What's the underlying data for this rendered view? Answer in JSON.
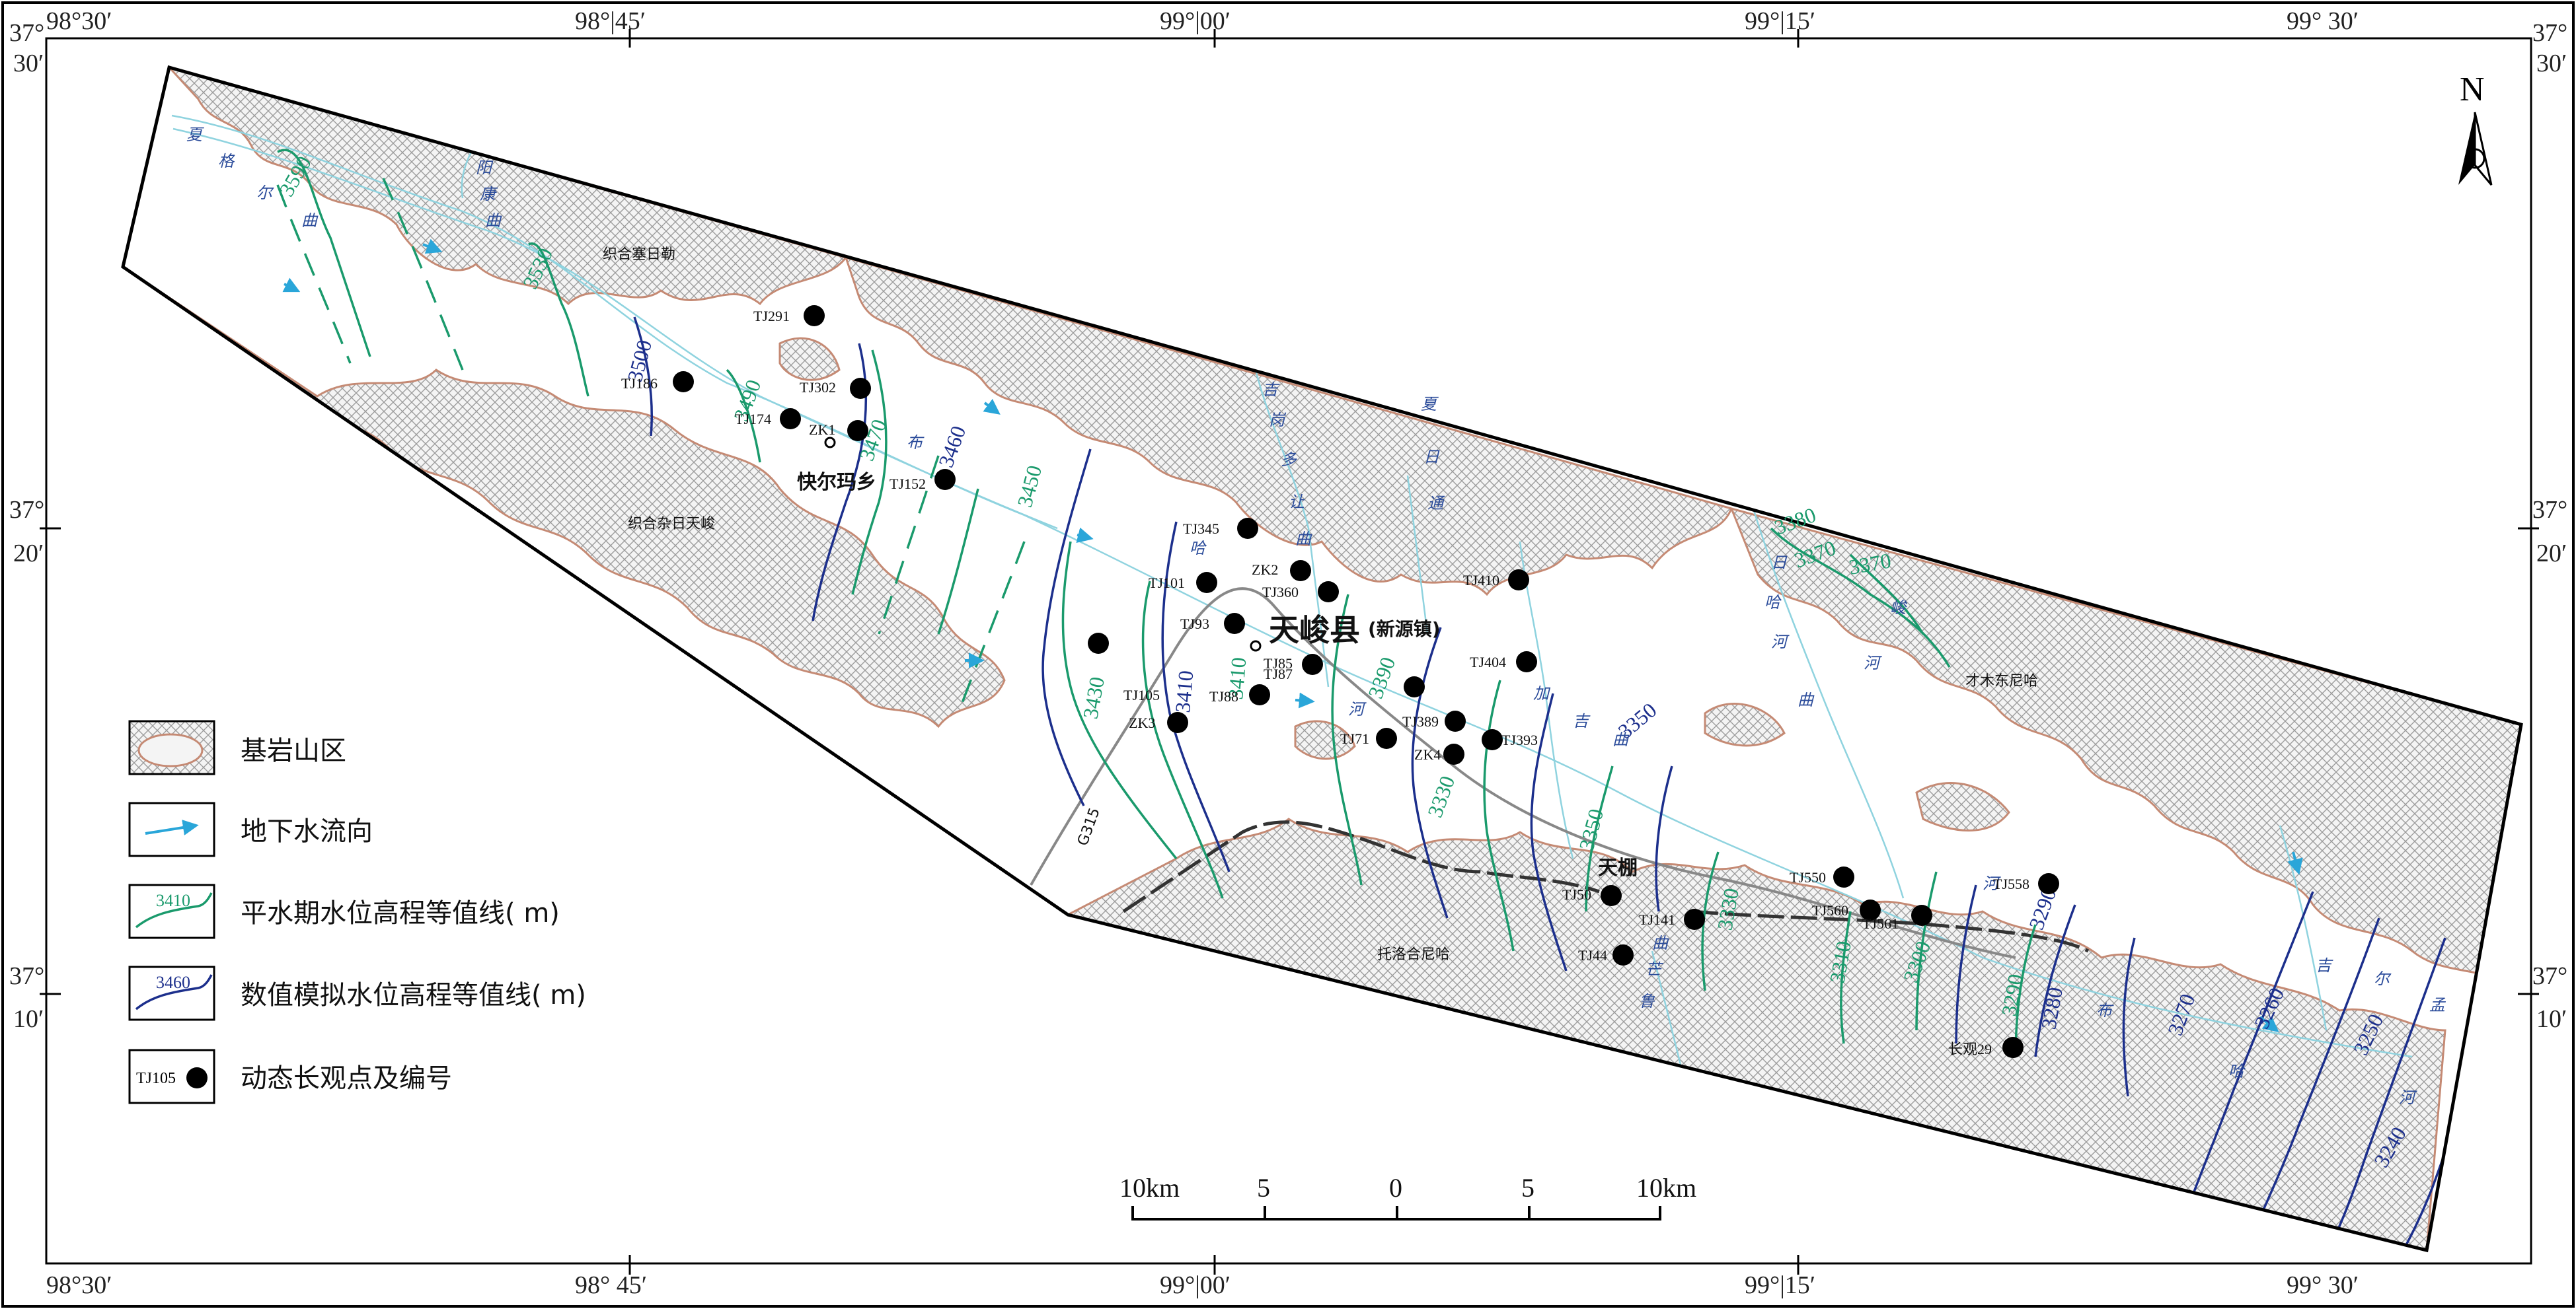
{
  "coords": {
    "top": [
      "98°30′",
      "98°|45′",
      "99°|00′",
      "99°|15′",
      "99° 30′"
    ],
    "bottom": [
      "98°30′",
      "98° 45′",
      "99°|00′",
      "99°|15′",
      "99° 30′"
    ],
    "left_lat": [
      [
        "37°",
        "30′"
      ],
      [
        "37°",
        "20′"
      ],
      [
        "37°",
        "10′"
      ]
    ],
    "right_lat": [
      [
        "37°",
        "30′"
      ],
      [
        "37°",
        "20′"
      ],
      [
        "37°",
        "10′"
      ]
    ]
  },
  "north": "N",
  "places": {
    "county": "天峻县",
    "county_sub": "(新源镇)",
    "kuaierma": "快尔玛乡",
    "tianpeng": "天棚",
    "mtn1": "织合塞日勒",
    "mtn2": "织合杂日天峻",
    "mtn3": "才木东尼哈",
    "mtn4": "托洛合尼哈",
    "road": "G315"
  },
  "rivers": [
    "夏",
    "格",
    "尔",
    "曲",
    "阳",
    "康",
    "曲",
    "布",
    "吉",
    "岗",
    "多",
    "让",
    "曲",
    "夏",
    "日",
    "通",
    "哈",
    "河",
    "加",
    "吉",
    "曲",
    "峻",
    "河",
    "曲",
    "哈",
    "日",
    "河",
    "芒",
    "曲",
    "鲁",
    "河",
    "布",
    "哈",
    "吉",
    "尔",
    "孟",
    "河"
  ],
  "wells": [
    "TJ291",
    "TJ186",
    "TJ302",
    "TJ174",
    "ZK1",
    "TJ152",
    "TJ345",
    "ZK2",
    "TJ101",
    "TJ360",
    "TJ93",
    "TJ85",
    "TJ87",
    "TJ105",
    "TJ88",
    "ZK3",
    "TJ410",
    "TJ404",
    "TJ389",
    "TJ71",
    "ZK4",
    "TJ393",
    "TJ50",
    "TJ141",
    "TJ44",
    "TJ550",
    "TJ560",
    "TJ561",
    "TJ558",
    "长观29"
  ],
  "green_contours": [
    "3590",
    "3530",
    "3490",
    "3470",
    "3450",
    "3430",
    "3410",
    "3390",
    "3370",
    "3350",
    "3330",
    "3310",
    "3300",
    "3290",
    "3380",
    "3370"
  ],
  "blue_contours": [
    "3500",
    "3460",
    "3410",
    "3350",
    "3290",
    "3280",
    "3270",
    "3260",
    "3250",
    "3240"
  ],
  "legend": [
    {
      "label": "基岩山区"
    },
    {
      "label": "地下水流向"
    },
    {
      "label": "平水期水位高程等值线( m)",
      "sample": "3410"
    },
    {
      "label": "数值模拟水位高程等值线( m)",
      "sample": "3460"
    },
    {
      "label": "动态长观点及编号",
      "sample": "TJ105"
    }
  ],
  "scale": [
    "10km",
    "5",
    "0",
    "5",
    "10km"
  ],
  "colors": {
    "green_contour": "#1a9a6c",
    "blue_contour": "#1c2f8c",
    "river": "#8fd3df",
    "mountain_edge": "#c58a74",
    "arrow": "#2aa6d9"
  }
}
